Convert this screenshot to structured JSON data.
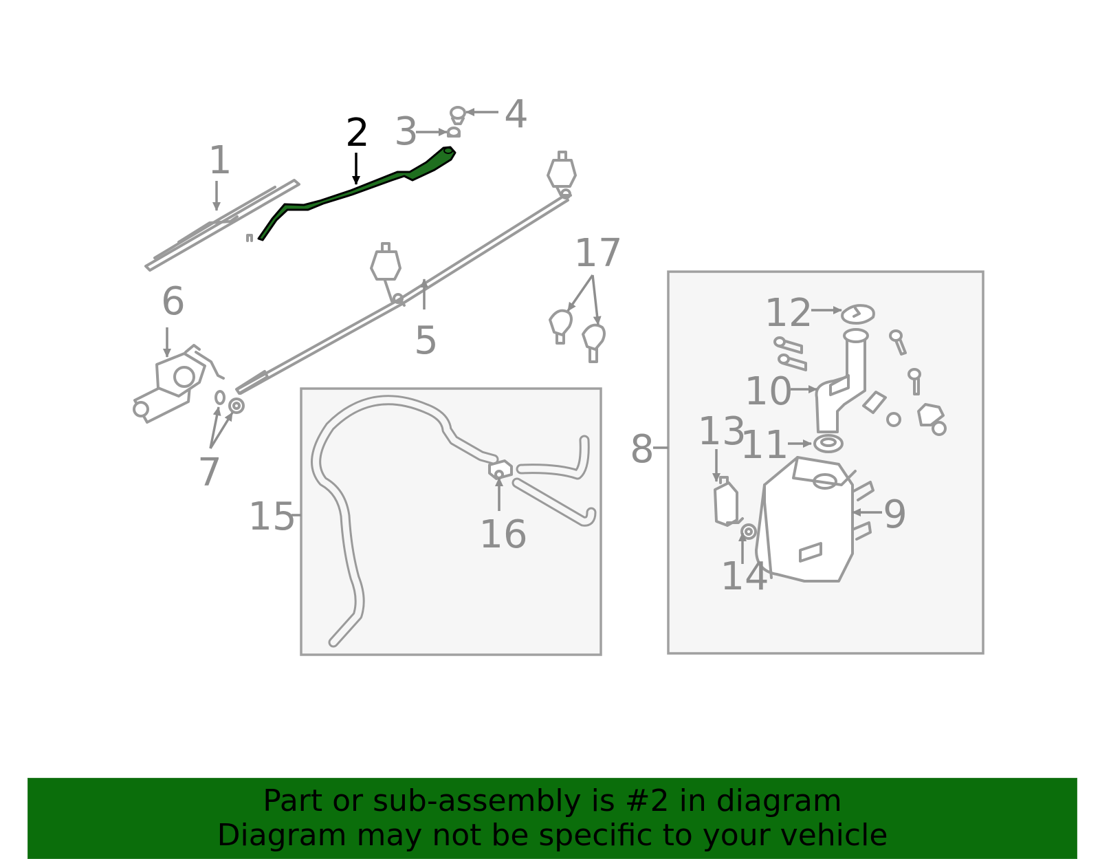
{
  "diagram": {
    "highlighted_part": "2",
    "highlight_color": "#1f6f1f",
    "callouts": [
      {
        "id": "1",
        "label": "1"
      },
      {
        "id": "2",
        "label": "2"
      },
      {
        "id": "3",
        "label": "3"
      },
      {
        "id": "4",
        "label": "4"
      },
      {
        "id": "5",
        "label": "5"
      },
      {
        "id": "6",
        "label": "6"
      },
      {
        "id": "7",
        "label": "7"
      },
      {
        "id": "8",
        "label": "8"
      },
      {
        "id": "9",
        "label": "9"
      },
      {
        "id": "10",
        "label": "10"
      },
      {
        "id": "11",
        "label": "11"
      },
      {
        "id": "12",
        "label": "12"
      },
      {
        "id": "13",
        "label": "13"
      },
      {
        "id": "14",
        "label": "14"
      },
      {
        "id": "15",
        "label": "15"
      },
      {
        "id": "16",
        "label": "16"
      },
      {
        "id": "17",
        "label": "17"
      }
    ]
  },
  "banner": {
    "line1": "Part or sub-assembly is #2 in diagram",
    "line2": "Diagram may not be specific to your vehicle",
    "background": "#0b6e0b"
  }
}
